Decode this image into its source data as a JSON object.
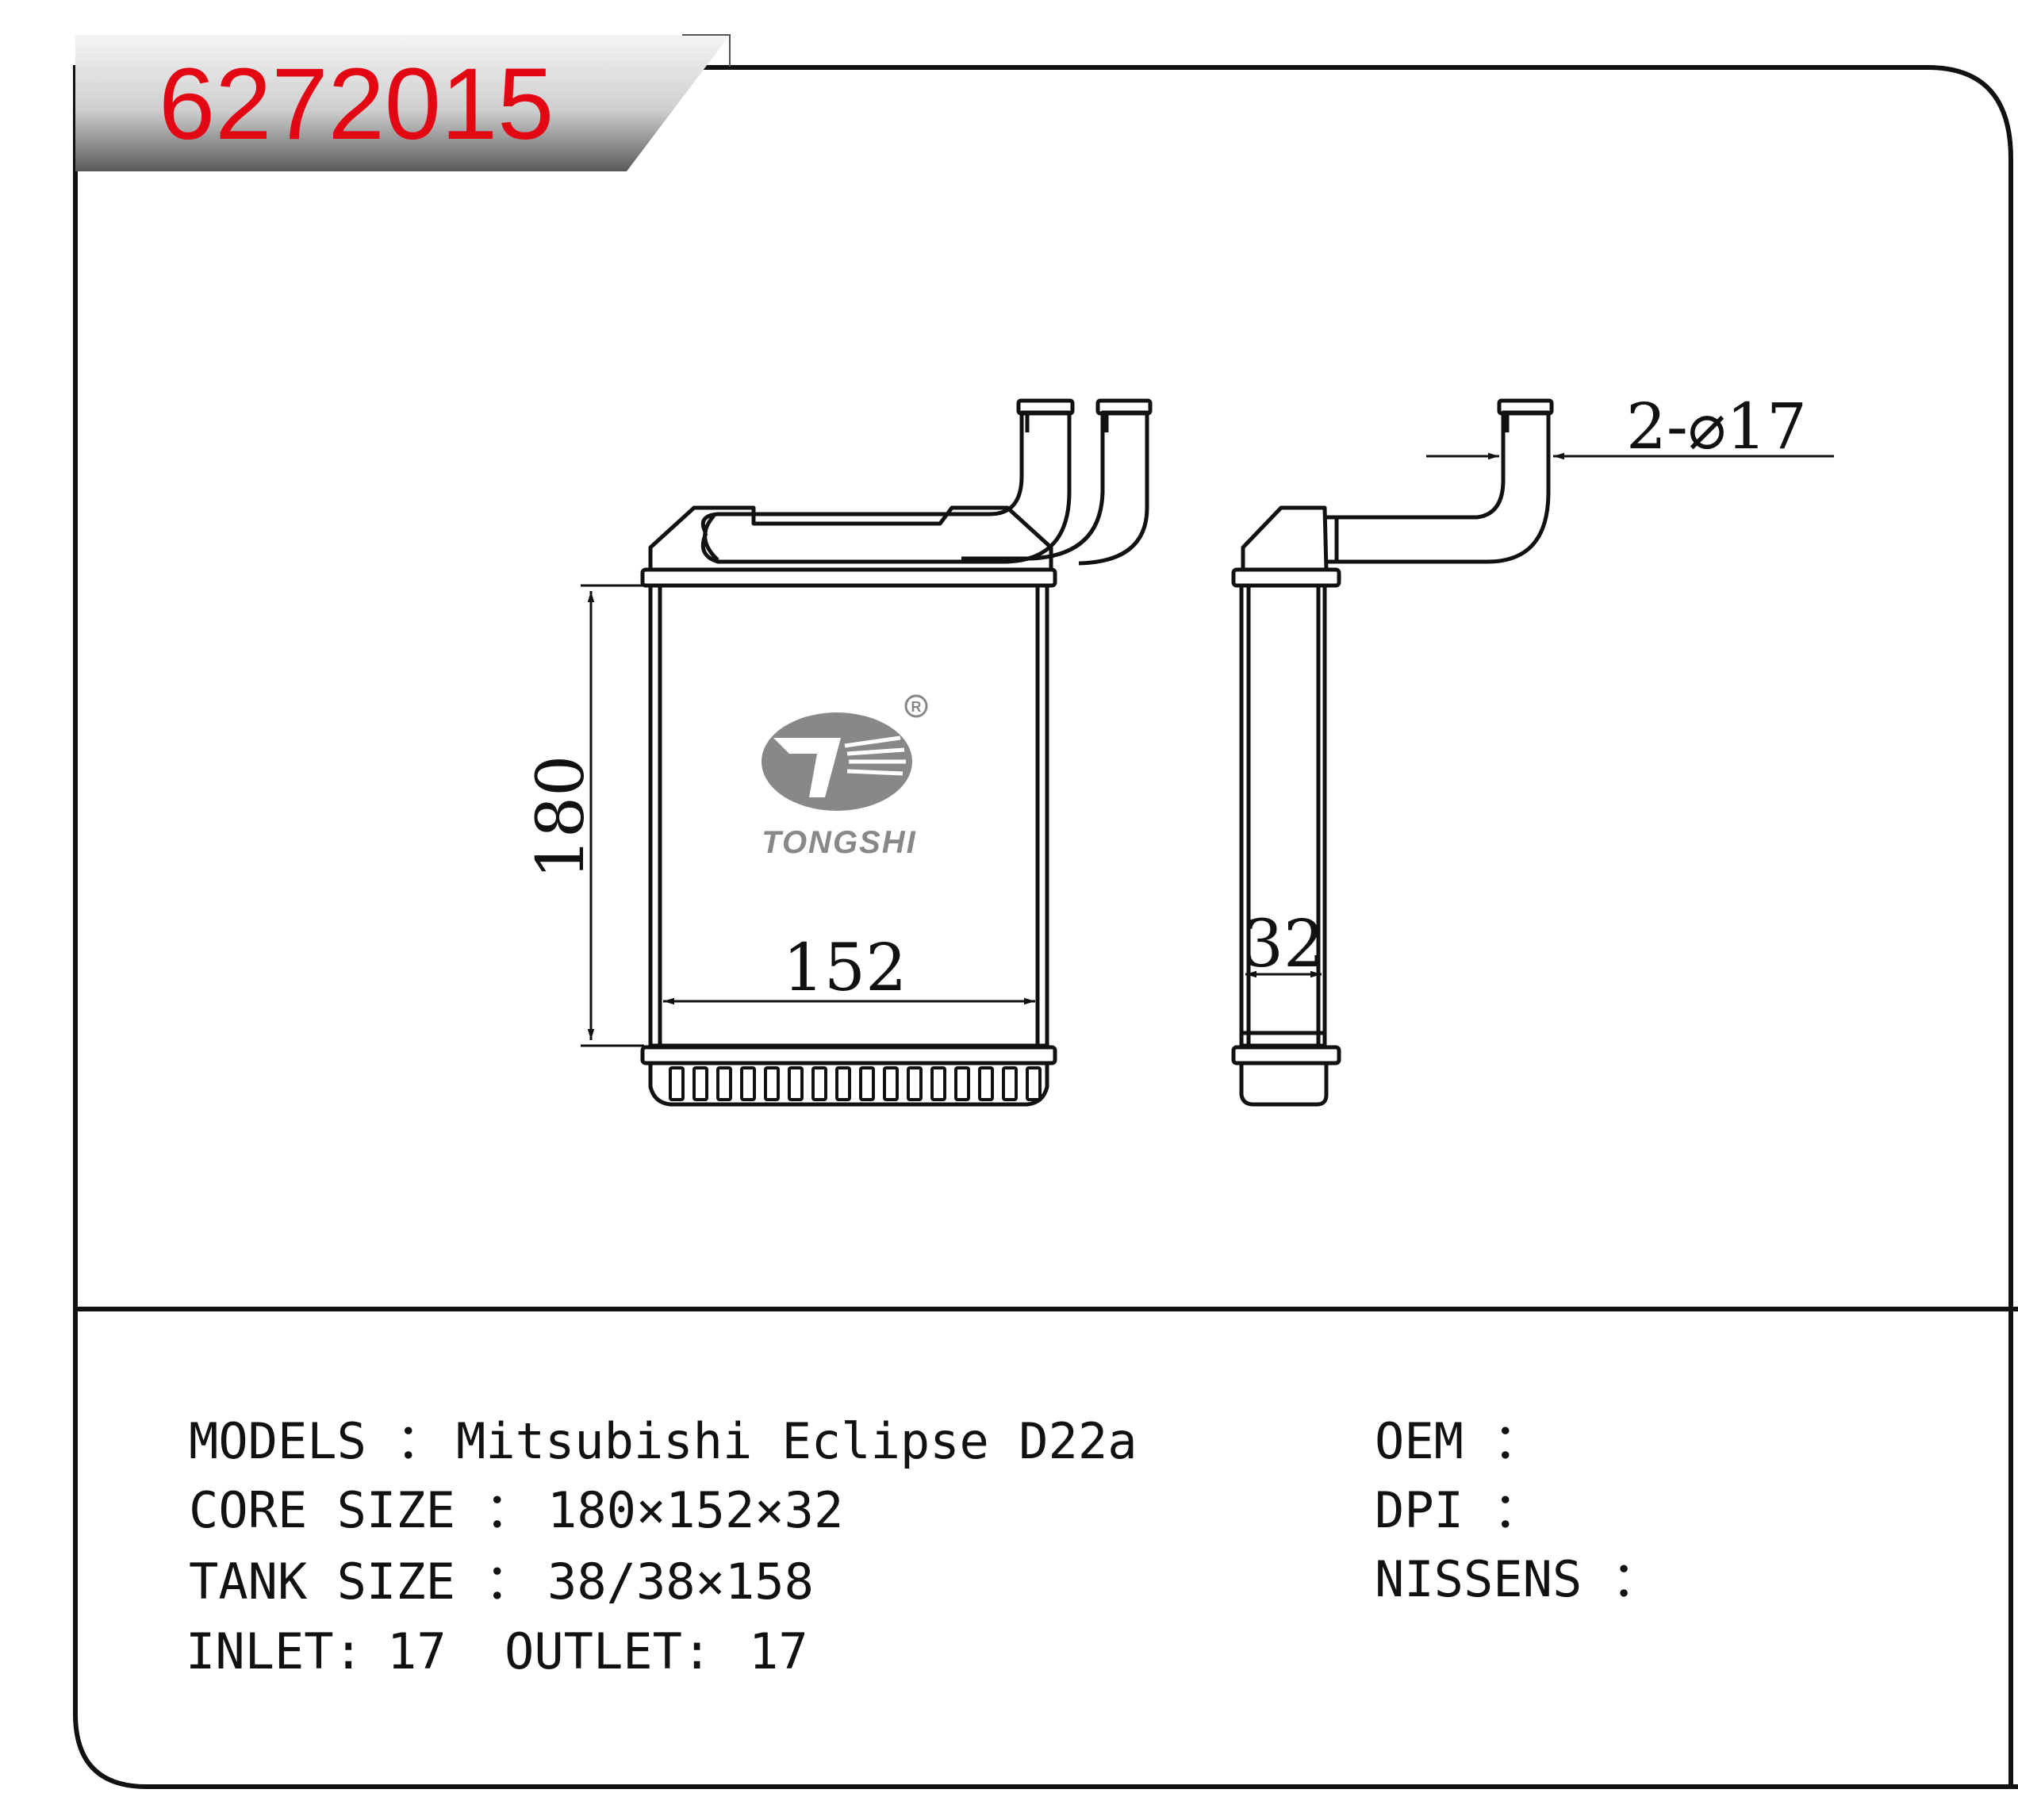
{
  "part_number": "6272015",
  "logo": {
    "brand": "TONGSHI",
    "registered_mark": "R"
  },
  "dimensions": {
    "height": "180",
    "width": "152",
    "depth": "32",
    "pipe": "2-⌀17"
  },
  "specs": {
    "models_label": "MODELS ：",
    "models_value": "Mitsubishi Eclipse D22a",
    "core_label": "CORE SIZE ：",
    "core_value": "180×152×32",
    "tank_label": "TANK SIZE ：",
    "tank_value": "38/38×158",
    "inlet_label": "INLET:",
    "inlet_value": "17",
    "outlet_label": "OUTLET:",
    "outlet_value": "17"
  },
  "refs": {
    "oem_label": "OEM ：",
    "oem_value": "",
    "dpi_label": "DPI ：",
    "dpi_value": "",
    "nissens_label": "NISSENS ：",
    "nissens_value": ""
  },
  "colors": {
    "part_number": "#e30613",
    "logo_gray": "#888888",
    "line": "#111111"
  }
}
